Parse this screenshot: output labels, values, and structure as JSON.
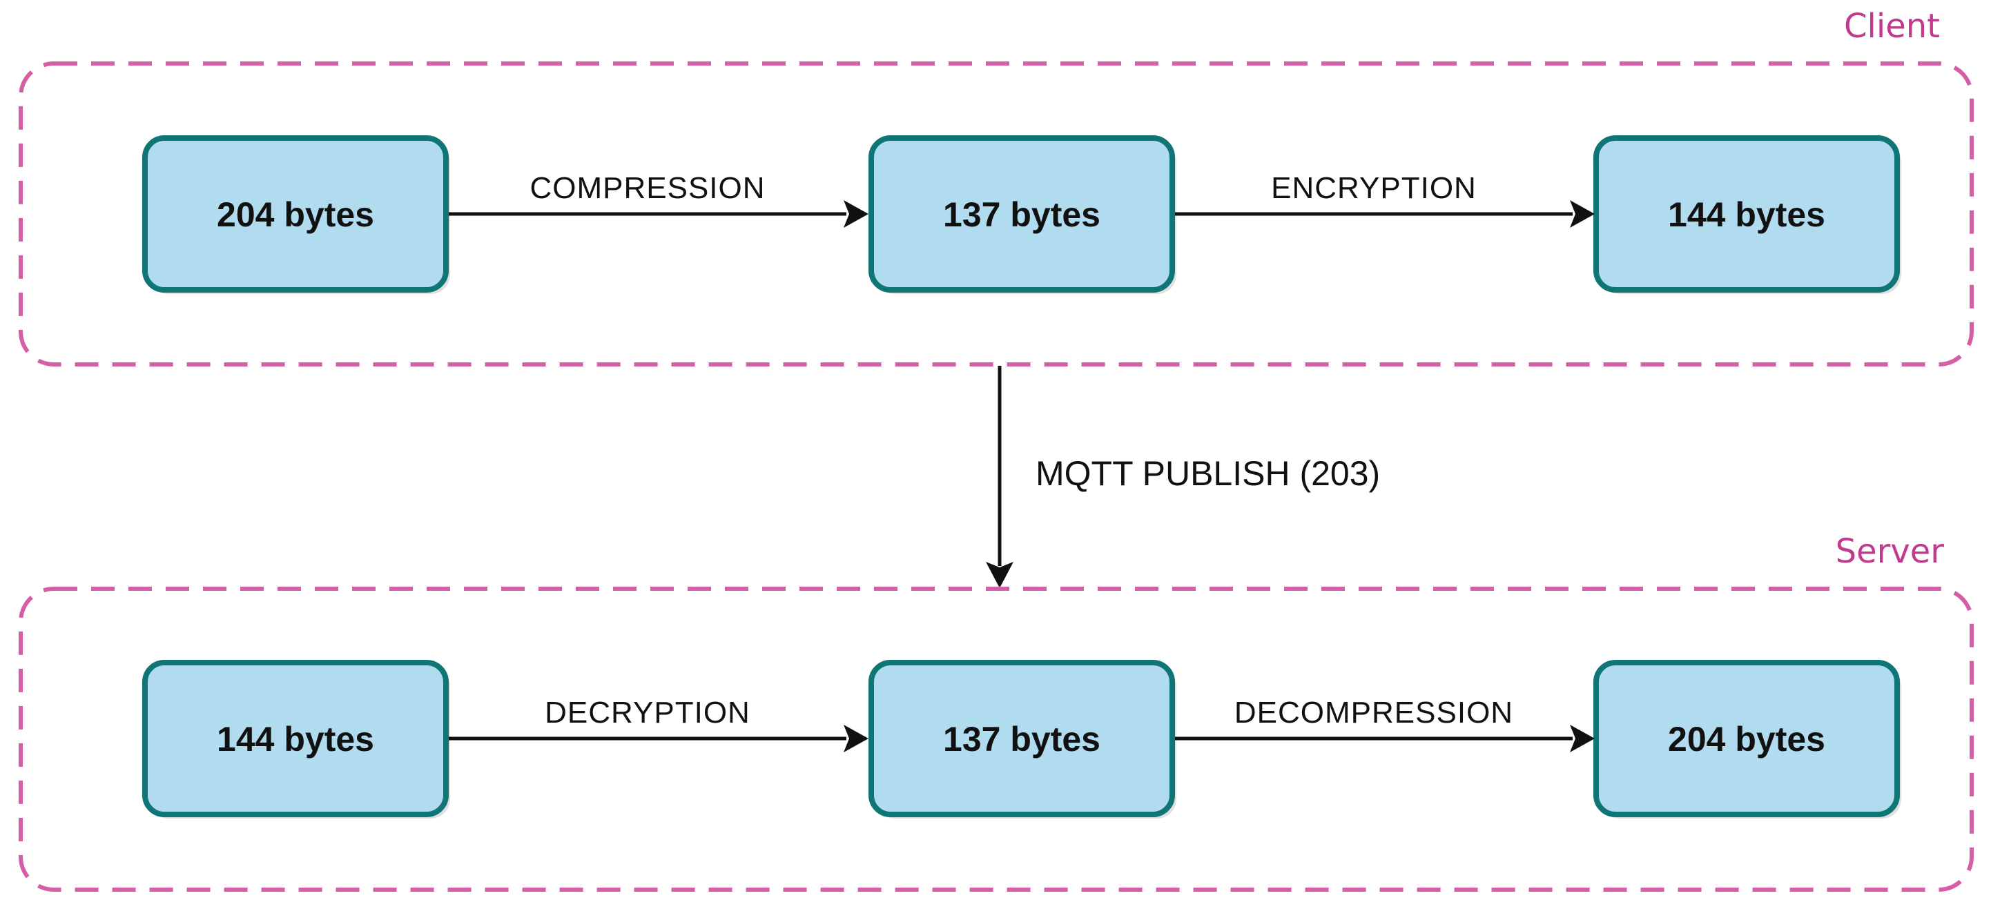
{
  "colors": {
    "group_border": "#d65ea6",
    "group_label": "#c23a8c",
    "node_fill": "#b1dcef",
    "node_border": "#0f7575",
    "edge": "#111111"
  },
  "client": {
    "label": "Client",
    "nodes": [
      {
        "label": "204 bytes"
      },
      {
        "label": "137 bytes"
      },
      {
        "label": "144 bytes"
      }
    ],
    "edges": [
      {
        "label": "COMPRESSION"
      },
      {
        "label": "ENCRYPTION"
      }
    ]
  },
  "link": {
    "label": "MQTT PUBLISH (203)"
  },
  "server": {
    "label": "Server",
    "nodes": [
      {
        "label": "144 bytes"
      },
      {
        "label": "137 bytes"
      },
      {
        "label": "204 bytes"
      }
    ],
    "edges": [
      {
        "label": "DECRYPTION"
      },
      {
        "label": "DECOMPRESSION"
      }
    ]
  }
}
